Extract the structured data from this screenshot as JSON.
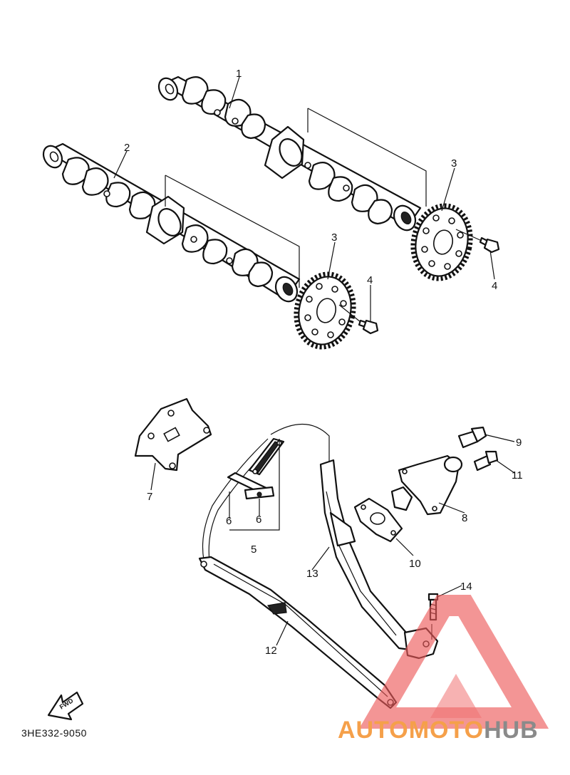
{
  "diagram": {
    "code": "3HE332-9050",
    "fwd_label": "FWD",
    "callouts": [
      {
        "id": "callout-1",
        "text": "1"
      },
      {
        "id": "callout-2",
        "text": "2"
      },
      {
        "id": "callout-3a",
        "text": "3"
      },
      {
        "id": "callout-3b",
        "text": "3"
      },
      {
        "id": "callout-4a",
        "text": "4"
      },
      {
        "id": "callout-4b",
        "text": "4"
      },
      {
        "id": "callout-5",
        "text": "5"
      },
      {
        "id": "callout-6a",
        "text": "6"
      },
      {
        "id": "callout-6b",
        "text": "6"
      },
      {
        "id": "callout-7",
        "text": "7"
      },
      {
        "id": "callout-8",
        "text": "8"
      },
      {
        "id": "callout-9",
        "text": "9"
      },
      {
        "id": "callout-10",
        "text": "10"
      },
      {
        "id": "callout-11",
        "text": "11"
      },
      {
        "id": "callout-12",
        "text": "12"
      },
      {
        "id": "callout-13",
        "text": "13"
      },
      {
        "id": "callout-14",
        "text": "14"
      }
    ]
  },
  "watermark": {
    "brand_part1": "AUTOMOTO",
    "brand_part2": "HUB",
    "color_orange": "#f5a04a",
    "color_gray": "#8a8a8a",
    "color_red": "#ec5a5a"
  }
}
